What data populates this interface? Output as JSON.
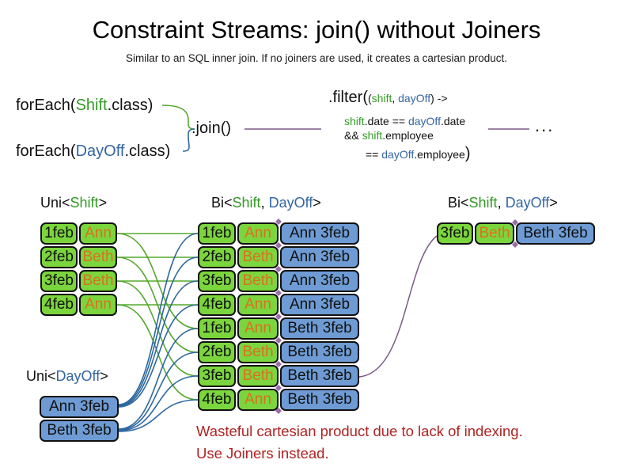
{
  "title": "Constraint Streams: join() without Joiners",
  "subtitle": "Similar to an SQL inner join. If no joiners are used, it creates a cartesian product.",
  "code": {
    "foreach_shift_pre": "forEach(",
    "foreach_shift_class": "Shift",
    "foreach_shift_post": ".class)",
    "foreach_dayoff_pre": "forEach(",
    "foreach_dayoff_class": "DayOff",
    "foreach_dayoff_post": ".class)",
    "join": ".join()",
    "filter_head": ".filter(",
    "filter_sig_open": "(",
    "filter_param_shift": "shift",
    "filter_sig_comma": ", ",
    "filter_param_dayoff": "dayOff",
    "filter_sig_close": ") ->",
    "filter_l2_shift": "shift",
    "filter_l2_mid": ".date == ",
    "filter_l2_dayoff": "dayOff",
    "filter_l2_end": ".date",
    "filter_l3_pre": "&& ",
    "filter_l3_shift": "shift",
    "filter_l3_end": ".employee",
    "filter_l4_pre": "== ",
    "filter_l4_dayoff": "dayOff",
    "filter_l4_mid": ".employee",
    "filter_l4_close": ")",
    "ellipsis": "..."
  },
  "labels": {
    "uni_shift_pre": "Uni<",
    "uni_shift_name": "Shift",
    "uni_shift_post": ">",
    "bi_pre": "Bi<",
    "bi_name1": "Shift",
    "bi_sep": ", ",
    "bi_name2": "DayOff",
    "bi_post": ">",
    "uni_dayoff_pre": "Uni<",
    "uni_dayoff_name": "DayOff",
    "uni_dayoff_post": ">"
  },
  "shift_table": {
    "rows": [
      {
        "date": "1feb",
        "employee": "Ann"
      },
      {
        "date": "2feb",
        "employee": "Beth"
      },
      {
        "date": "3feb",
        "employee": "Beth"
      },
      {
        "date": "4feb",
        "employee": "Ann"
      }
    ]
  },
  "dayoff_table": {
    "rows": [
      {
        "text": "Ann 3feb"
      },
      {
        "text": "Beth 3feb"
      }
    ]
  },
  "joined_table": {
    "rows": [
      {
        "date": "1feb",
        "employee": "Ann",
        "dayoff": "Ann 3feb"
      },
      {
        "date": "2feb",
        "employee": "Beth",
        "dayoff": "Ann 3feb"
      },
      {
        "date": "3feb",
        "employee": "Beth",
        "dayoff": "Ann 3feb"
      },
      {
        "date": "4feb",
        "employee": "Ann",
        "dayoff": "Ann 3feb"
      },
      {
        "date": "1feb",
        "employee": "Ann",
        "dayoff": "Beth 3feb"
      },
      {
        "date": "2feb",
        "employee": "Beth",
        "dayoff": "Beth 3feb"
      },
      {
        "date": "3feb",
        "employee": "Beth",
        "dayoff": "Beth 3feb"
      },
      {
        "date": "4feb",
        "employee": "Ann",
        "dayoff": "Beth 3feb"
      }
    ]
  },
  "result_table": {
    "rows": [
      {
        "date": "3feb",
        "employee": "Beth",
        "dayoff": "Beth 3feb"
      }
    ]
  },
  "warning_line1": "Wasteful cartesian product due to lack of indexing.",
  "warning_line2": "Use Joiners instead.",
  "colors": {
    "green_fill": "#7bd53c",
    "blue_fill": "#6e9bd3",
    "green_text": "#339a26",
    "blue_text": "#3465a4",
    "orange_text": "#dd6f1f",
    "green_wire": "#55a82d",
    "blue_wire": "#2e689f",
    "purple_wire": "#7b5a87",
    "warning_red": "#b02323"
  }
}
